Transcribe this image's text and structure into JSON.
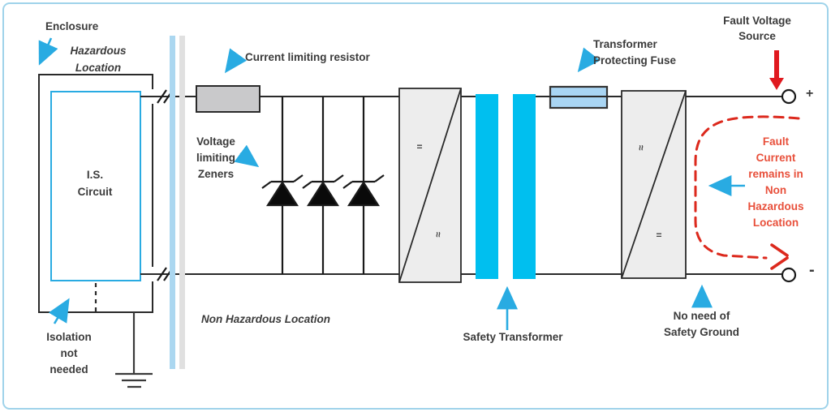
{
  "labels": {
    "enclosure": "Enclosure",
    "hazardous_location": "Hazardous\nLocation",
    "is_circuit": "I.S.\nCircuit",
    "isolation_note": "Isolation\nnot\nneeded",
    "non_hazardous_location": "Non Hazardous Location",
    "current_limiting_resistor": "Current limiting resistor",
    "voltage_limiting_zeners": "Voltage\nlimiting\nZeners",
    "safety_transformer": "Safety Transformer",
    "transformer_protecting_fuse": "Transformer\nProtecting Fuse",
    "fault_voltage_source": "Fault Voltage\nSource",
    "fault_current_note": "Fault\nCurrent\nremains in\nNon\nHazardous\nLocation",
    "no_safety_ground": "No need of\nSafety Ground",
    "plus_terminal": "+",
    "minus_terminal": "-",
    "dc_symbol": "=",
    "ac_symbol": "≈"
  },
  "colors": {
    "pointer_blue": "#29abe2",
    "transformer_cyan": "#00bfef",
    "wall_blue_stripe": "#abd7f0",
    "wall_gray_stripe": "#e0e0e0",
    "fuse_fill": "#a9d5f3",
    "resistor_fill": "#c9c9cb",
    "converter_fill": "#ededed",
    "fault_arrow_red": "#e0191f",
    "fault_dash_red": "#dc291d",
    "fault_text_red": "#e8503b",
    "wire_black": "#2a2a2a",
    "is_box_blue": "#29abe2",
    "page_border_blue": "#9fd3ea"
  }
}
